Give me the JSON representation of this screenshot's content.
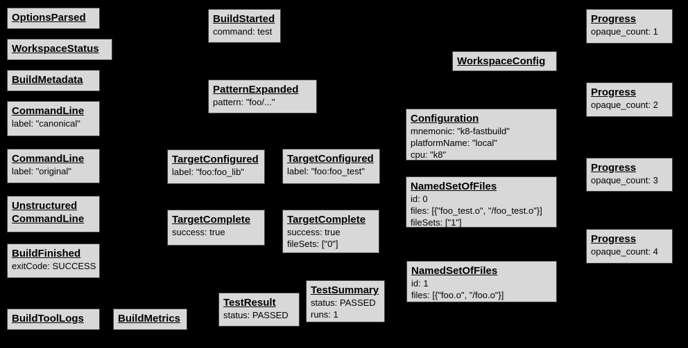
{
  "diagram": {
    "background_color": "#000000",
    "box_fill_color": "#d8d8d8",
    "box_border_color": "#434343",
    "text_color": "#000000"
  },
  "boxes": [
    {
      "title": "OptionsParsed",
      "lines": []
    },
    {
      "title": "WorkspaceStatus",
      "lines": []
    },
    {
      "title": "BuildMetadata",
      "lines": []
    },
    {
      "title": "CommandLine",
      "lines": [
        "label: \"canonical\""
      ]
    },
    {
      "title": "CommandLine",
      "lines": [
        "label: \"original\""
      ]
    },
    {
      "title": "Unstructured CommandLine",
      "lines": []
    },
    {
      "title": "BuildFinished",
      "lines": [
        "exitCode: SUCCESS"
      ]
    },
    {
      "title": "BuildToolLogs",
      "lines": []
    },
    {
      "title": "BuildMetrics",
      "lines": []
    },
    {
      "title": "BuildStarted",
      "lines": [
        "command: test"
      ]
    },
    {
      "title": "PatternExpanded",
      "lines": [
        "pattern: \"foo/...\""
      ]
    },
    {
      "title": "TargetConfigured",
      "lines": [
        "label: \"foo:foo_lib\""
      ]
    },
    {
      "title": "TargetConfigured",
      "lines": [
        "label: \"foo:foo_test\""
      ]
    },
    {
      "title": "TargetComplete",
      "lines": [
        "success: true"
      ]
    },
    {
      "title": "TargetComplete",
      "lines": [
        "success: true",
        "fileSets: [\"0\"]"
      ]
    },
    {
      "title": "TestResult",
      "lines": [
        "status: PASSED"
      ]
    },
    {
      "title": "TestSummary",
      "lines": [
        "status: PASSED",
        "runs: 1"
      ]
    },
    {
      "title": "WorkspaceConfig",
      "lines": []
    },
    {
      "title": "Configuration",
      "lines": [
        "mnemonic: \"k8-fastbuild\"",
        "platformName: \"local\"",
        "cpu: \"k8\""
      ]
    },
    {
      "title": "NamedSetOfFiles",
      "lines": [
        "id: 0",
        "files: [{\"foo_test.o\", \"/foo_test.o\"}]",
        "fileSets: [\"1\"]"
      ]
    },
    {
      "title": "NamedSetOfFiles",
      "lines": [
        "id: 1",
        "files: [{\"foo.o\", \"/foo.o\"}]"
      ]
    },
    {
      "title": "Progress",
      "lines": [
        "opaque_count: 1"
      ]
    },
    {
      "title": "Progress",
      "lines": [
        "opaque_count: 2"
      ]
    },
    {
      "title": "Progress",
      "lines": [
        "opaque_count: 3"
      ]
    },
    {
      "title": "Progress",
      "lines": [
        "opaque_count: 4"
      ]
    }
  ]
}
